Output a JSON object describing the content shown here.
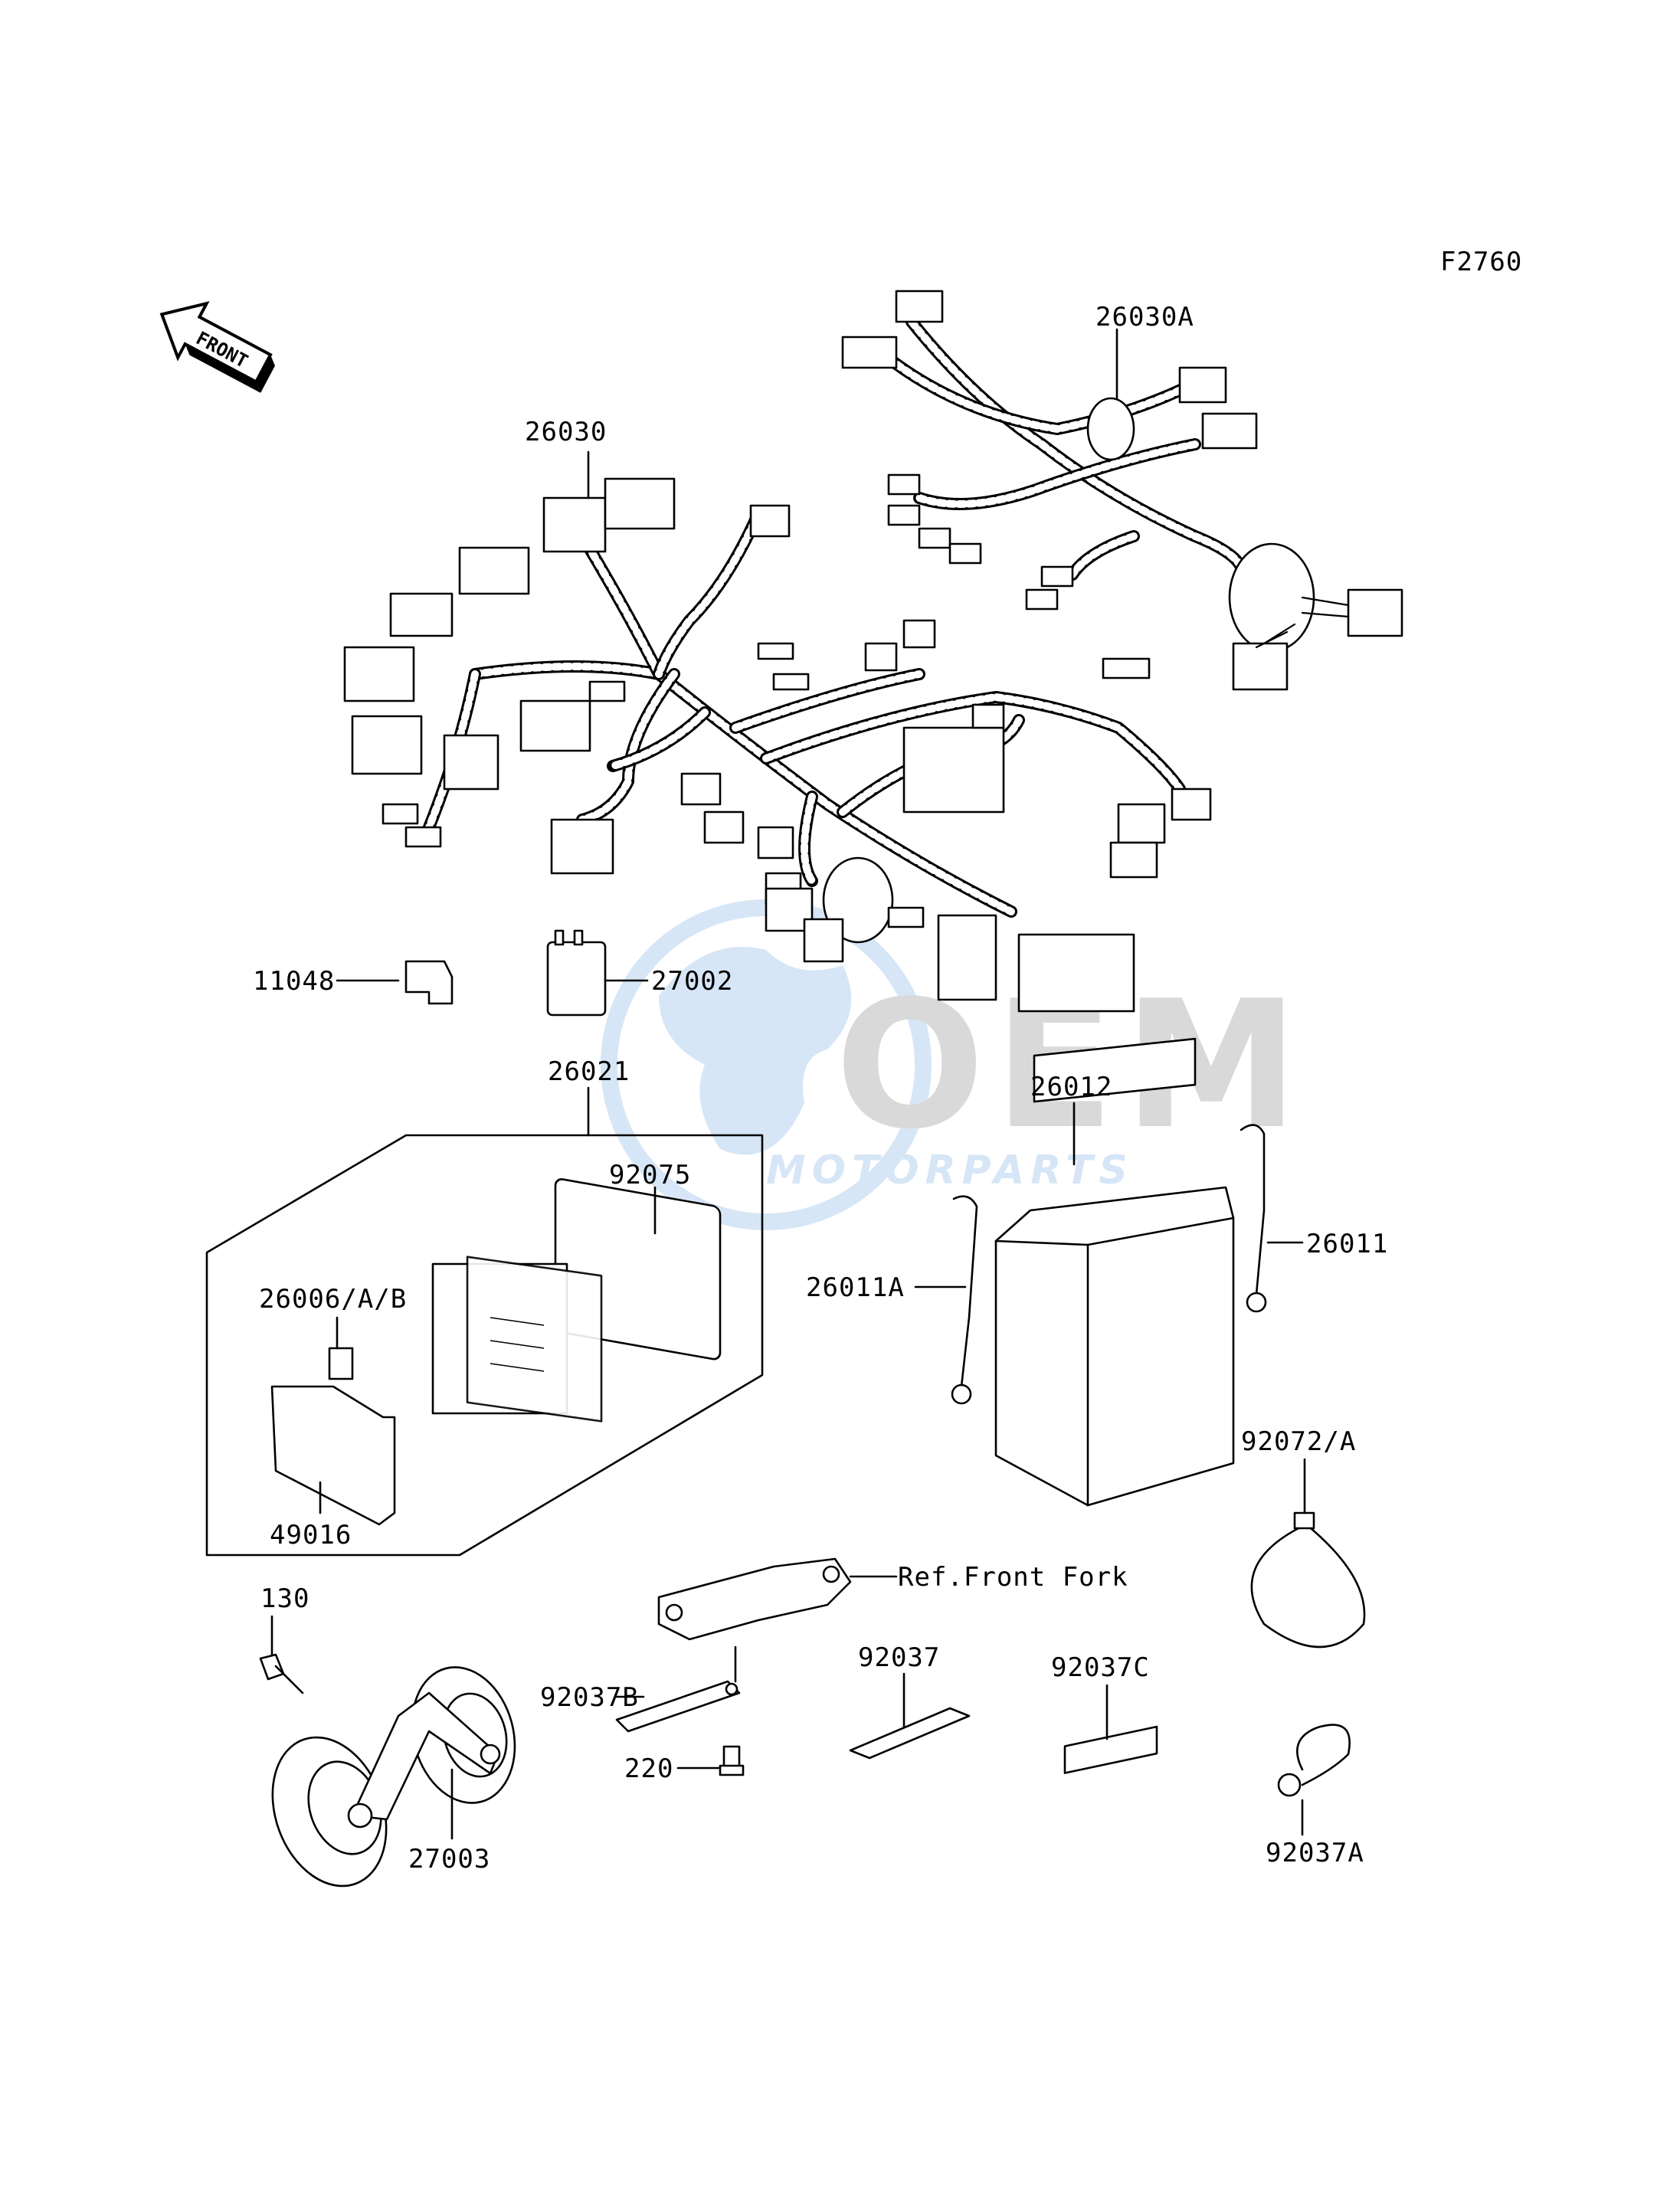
{
  "diagram_code": "F2760",
  "front_arrow": {
    "label": "FRONT",
    "icon": "front-arrow-icon"
  },
  "watermark": {
    "brand": "OEM",
    "subtitle": "MOTORPARTS",
    "color": "#4a90d9"
  },
  "labels": {
    "p26030A": "26030A",
    "p26030": "26030",
    "p11048": "11048",
    "p27002": "27002",
    "p26021": "26021",
    "p26012": "26012",
    "p92075": "92075",
    "p26011": "26011",
    "p26011A": "26011A",
    "p26006": "26006/A/B",
    "p49016": "49016",
    "p92072": "92072/A",
    "pRefFront": "Ref.Front Fork",
    "p130": "130",
    "p92037": "92037",
    "p92037C": "92037C",
    "p92037B": "92037B",
    "p220": "220",
    "p27003": "27003",
    "p92037A": "92037A"
  }
}
